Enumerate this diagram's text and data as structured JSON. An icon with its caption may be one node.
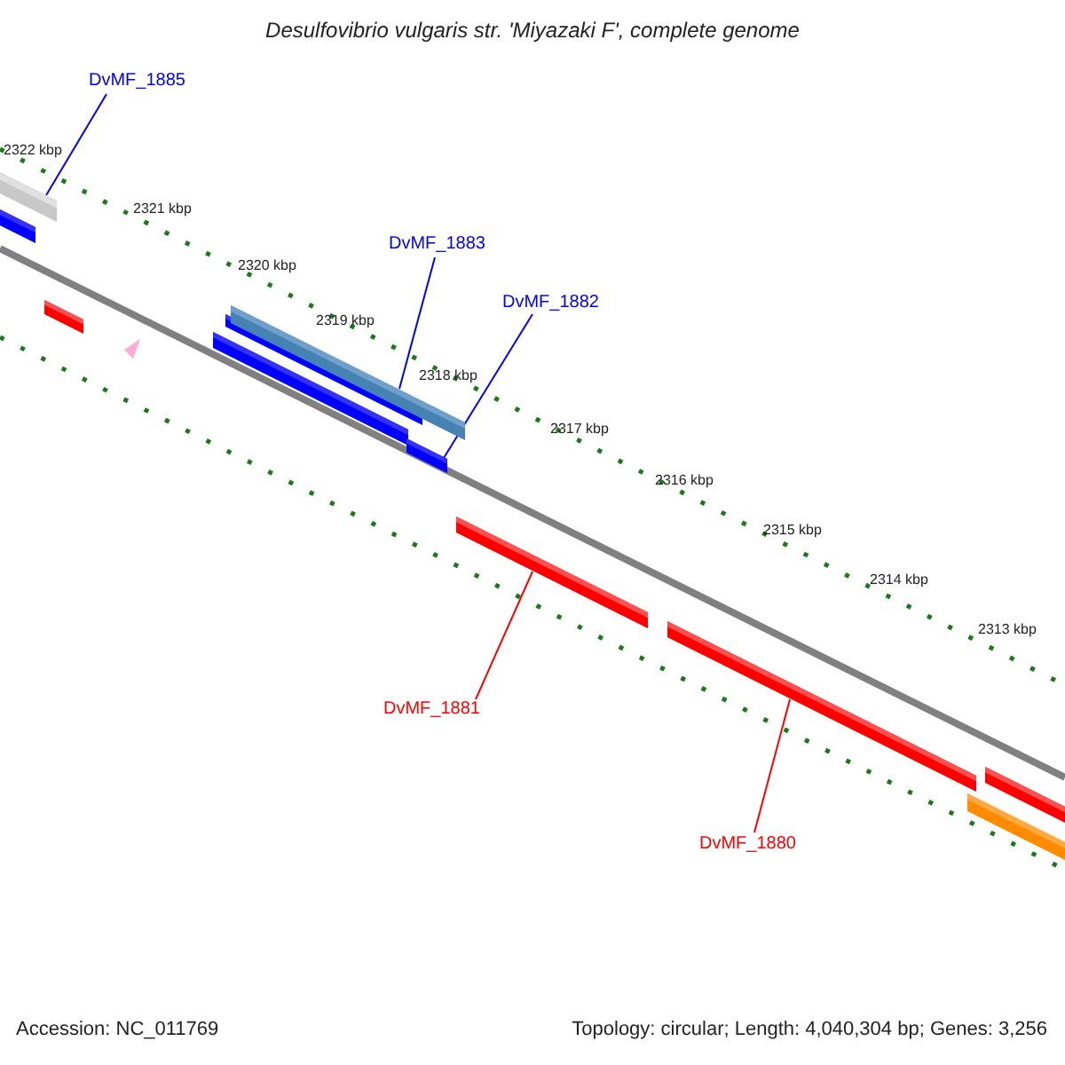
{
  "diagram": {
    "title": "Desulfovibrio vulgaris str. 'Miyazaki F', complete genome",
    "nodes": [
      {
        "text": [
          "DvMF_1885"
        ]
      },
      {
        "text": [],
        "shape": "bar"
      },
      {
        "text": [
          "DvMF_1883"
        ]
      },
      {
        "text": [],
        "shape": "bar"
      },
      {
        "text": [
          "DvMF_1882"
        ]
      },
      {
        "text": [],
        "shape": "bar"
      },
      {
        "text": [
          "DvMF_1881"
        ]
      },
      {
        "text": [],
        "shape": "bar"
      },
      {
        "text": [
          "DvMF_1880"
        ]
      },
      {
        "text": [],
        "shape": "bar"
      }
    ],
    "edges": [
      {
        "from": 0,
        "to": 1,
        "arrow": "none"
      },
      {
        "from": 2,
        "to": 3,
        "arrow": "none"
      },
      {
        "from": 4,
        "to": 5,
        "arrow": "none"
      },
      {
        "from": 6,
        "to": 7,
        "arrow": "none",
        "color": "#ff0000"
      },
      {
        "from": 8,
        "to": 9,
        "arrow": "none",
        "color": "#ff0000"
      }
    ],
    "labels": [
      "2322 kbp",
      "2321 kbp",
      "2320 kbp",
      "2319 kbp",
      "2318 kbp",
      "2317 kbp",
      "2316 kbp",
      "2315 kbp",
      "2314 kbp",
      "2313 kbp",
      "Accession: NC_011769",
      "Topology: circular; Length: 4,040,304 bp; Genes: 3,256"
    ]
  }
}
